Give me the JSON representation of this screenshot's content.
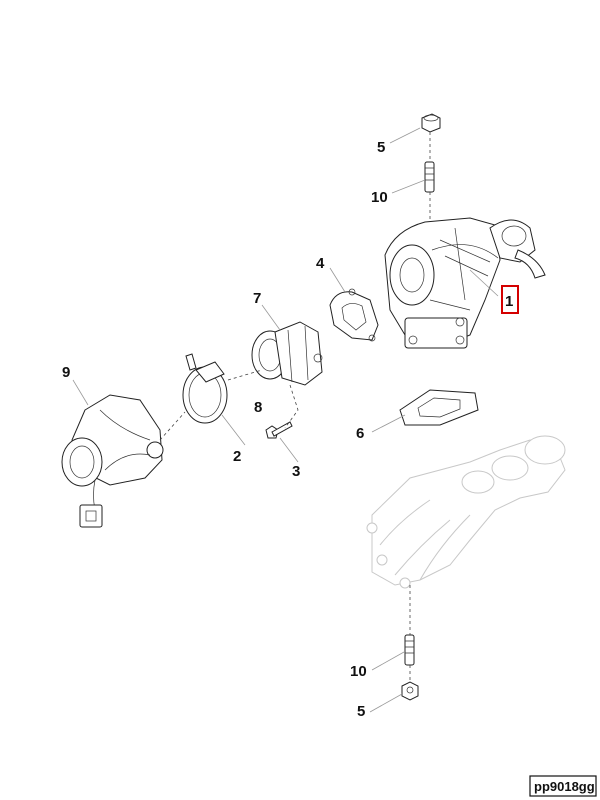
{
  "diagram": {
    "callouts": {
      "c1": "1",
      "c2": "2",
      "c3": "3",
      "c4": "4",
      "c5_top": "5",
      "c5_bottom": "5",
      "c6": "6",
      "c7": "7",
      "c8": "8",
      "c9": "9",
      "c10_top": "10",
      "c10_bottom": "10"
    },
    "reference_code": "pp9018gg",
    "highlight_color": "#d40000"
  }
}
